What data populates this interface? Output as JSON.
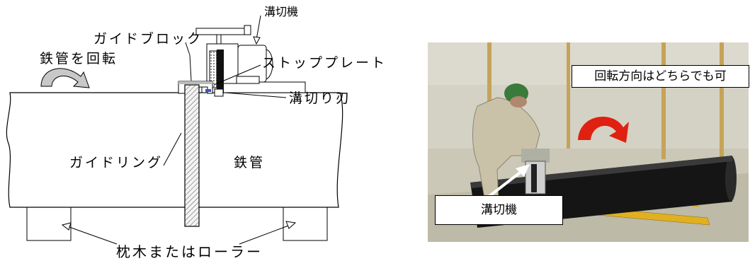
{
  "diagram": {
    "labels": {
      "machine": "溝切機",
      "guide_block": "ガイドブロック",
      "rotate_pipe": "鉄管を回転",
      "stop_plate": "ストッププレート",
      "groove_blade": "溝切り刃",
      "guide_ring": "ガイドリング",
      "steel_pipe": "鉄管",
      "supports": "枕木またはローラー"
    }
  },
  "photo": {
    "callout_direction": "回転方向はどちらでも可",
    "callout_machine": "溝切機"
  },
  "colors": {
    "arrow_gray": "#c8c8c8",
    "arrow_red": "#e02010",
    "pipe_black": "#151515",
    "wall": "#d4d2c4",
    "timber": "#e0b020"
  }
}
